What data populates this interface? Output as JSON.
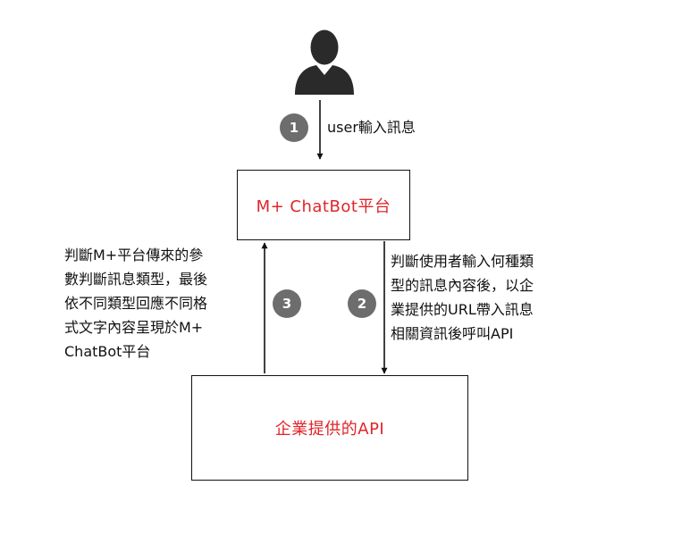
{
  "user_icon": "user-silhouette",
  "colors": {
    "box_label": "#e0242a",
    "badge": "#6d6d6d",
    "line": "#111111"
  },
  "nodes": {
    "chatbot": "M+ ChatBot平台",
    "api": "企業提供的API"
  },
  "steps": [
    {
      "number": "1",
      "lines": [
        "user輸入訊息"
      ]
    },
    {
      "number": "2",
      "lines": [
        "判斷使用者輸入何種類",
        "型的訊息內容後，以企",
        "業提供的URL帶入訊息",
        "相關資訊後呼叫API"
      ]
    },
    {
      "number": "3",
      "lines": [
        "判斷M+平台傳來的參",
        "數判斷訊息類型，最後",
        "依不同類型回應不同格",
        "式文字內容呈現於M+",
        "ChatBot平台"
      ]
    }
  ]
}
